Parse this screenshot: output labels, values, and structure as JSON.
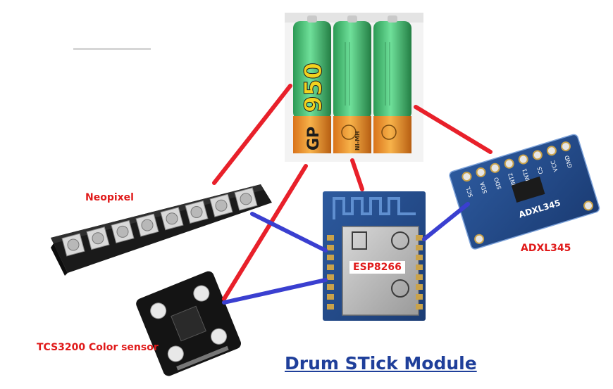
{
  "diagram": {
    "title": "Drum STick Module",
    "components": {
      "battery": {
        "capacity_text": "950",
        "brand_text": "GP",
        "chemistry_text": "NI-MH"
      },
      "neopixel": {
        "label": "Neopixel"
      },
      "esp8266": {
        "label": "ESP8266"
      },
      "adxl345": {
        "label": "ADXL345",
        "board_text": "ADXL345",
        "pins": [
          "GND",
          "VCC",
          "CS",
          "INT1",
          "INT2",
          "SDO",
          "SDA",
          "SCL"
        ]
      },
      "tcs3200": {
        "label": "TCS3200 Color sensor"
      }
    },
    "connection_colors": {
      "power": "#e8202a",
      "signal": "#3a3fd0"
    }
  }
}
